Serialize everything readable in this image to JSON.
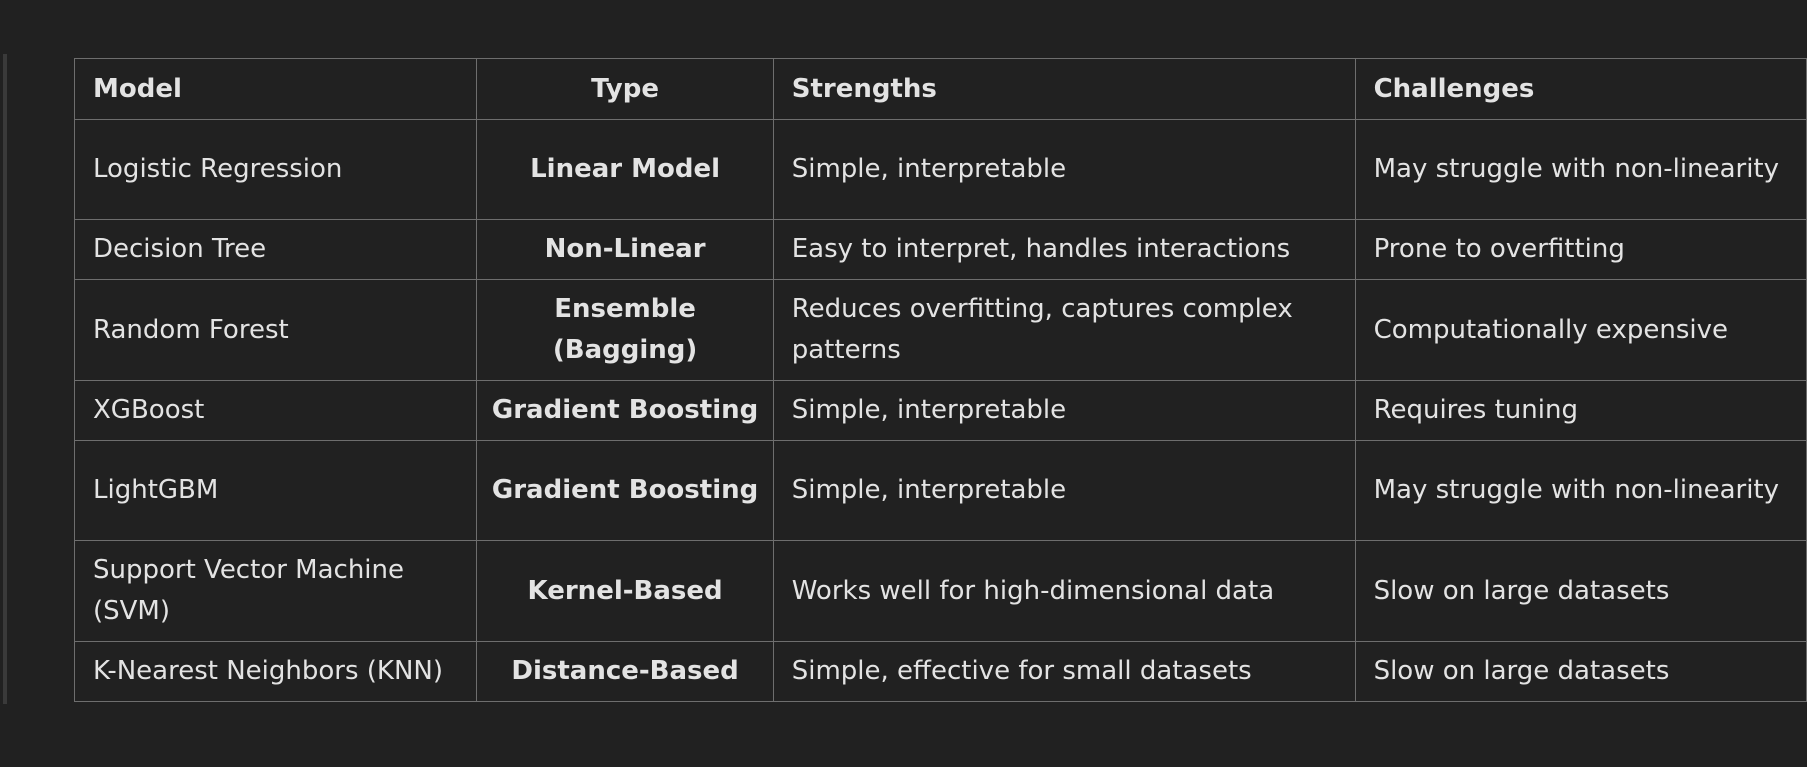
{
  "table": {
    "headers": {
      "model": "Model",
      "type": "Type",
      "strengths": "Strengths",
      "challenges": "Challenges"
    },
    "rows": [
      {
        "model": "Logistic Regression",
        "type": "Linear Model",
        "strengths": "Simple, interpretable",
        "challenges": "May struggle with non-linearity"
      },
      {
        "model": "Decision Tree",
        "type": "Non-Linear",
        "strengths": "Easy to interpret, handles interactions",
        "challenges": "Prone to overfitting"
      },
      {
        "model": "Random Forest",
        "type": "Ensemble (Bagging)",
        "strengths": "Reduces overfitting, captures complex patterns",
        "challenges": "Computationally expensive"
      },
      {
        "model": "XGBoost",
        "type": "Gradient Boosting",
        "strengths": "Simple, interpretable",
        "challenges": "Requires tuning"
      },
      {
        "model": "LightGBM",
        "type": "Gradient Boosting",
        "strengths": "Simple, interpretable",
        "challenges": "May struggle with non-linearity"
      },
      {
        "model": "Support Vector Machine (SVM)",
        "type": "Kernel-Based",
        "strengths": "Works well for high-dimensional data",
        "challenges": "Slow on large datasets"
      },
      {
        "model": "K-Nearest Neighbors (KNN)",
        "type": "Distance-Based",
        "strengths": "Simple, effective for small datasets",
        "challenges": "Slow on large datasets"
      }
    ]
  }
}
